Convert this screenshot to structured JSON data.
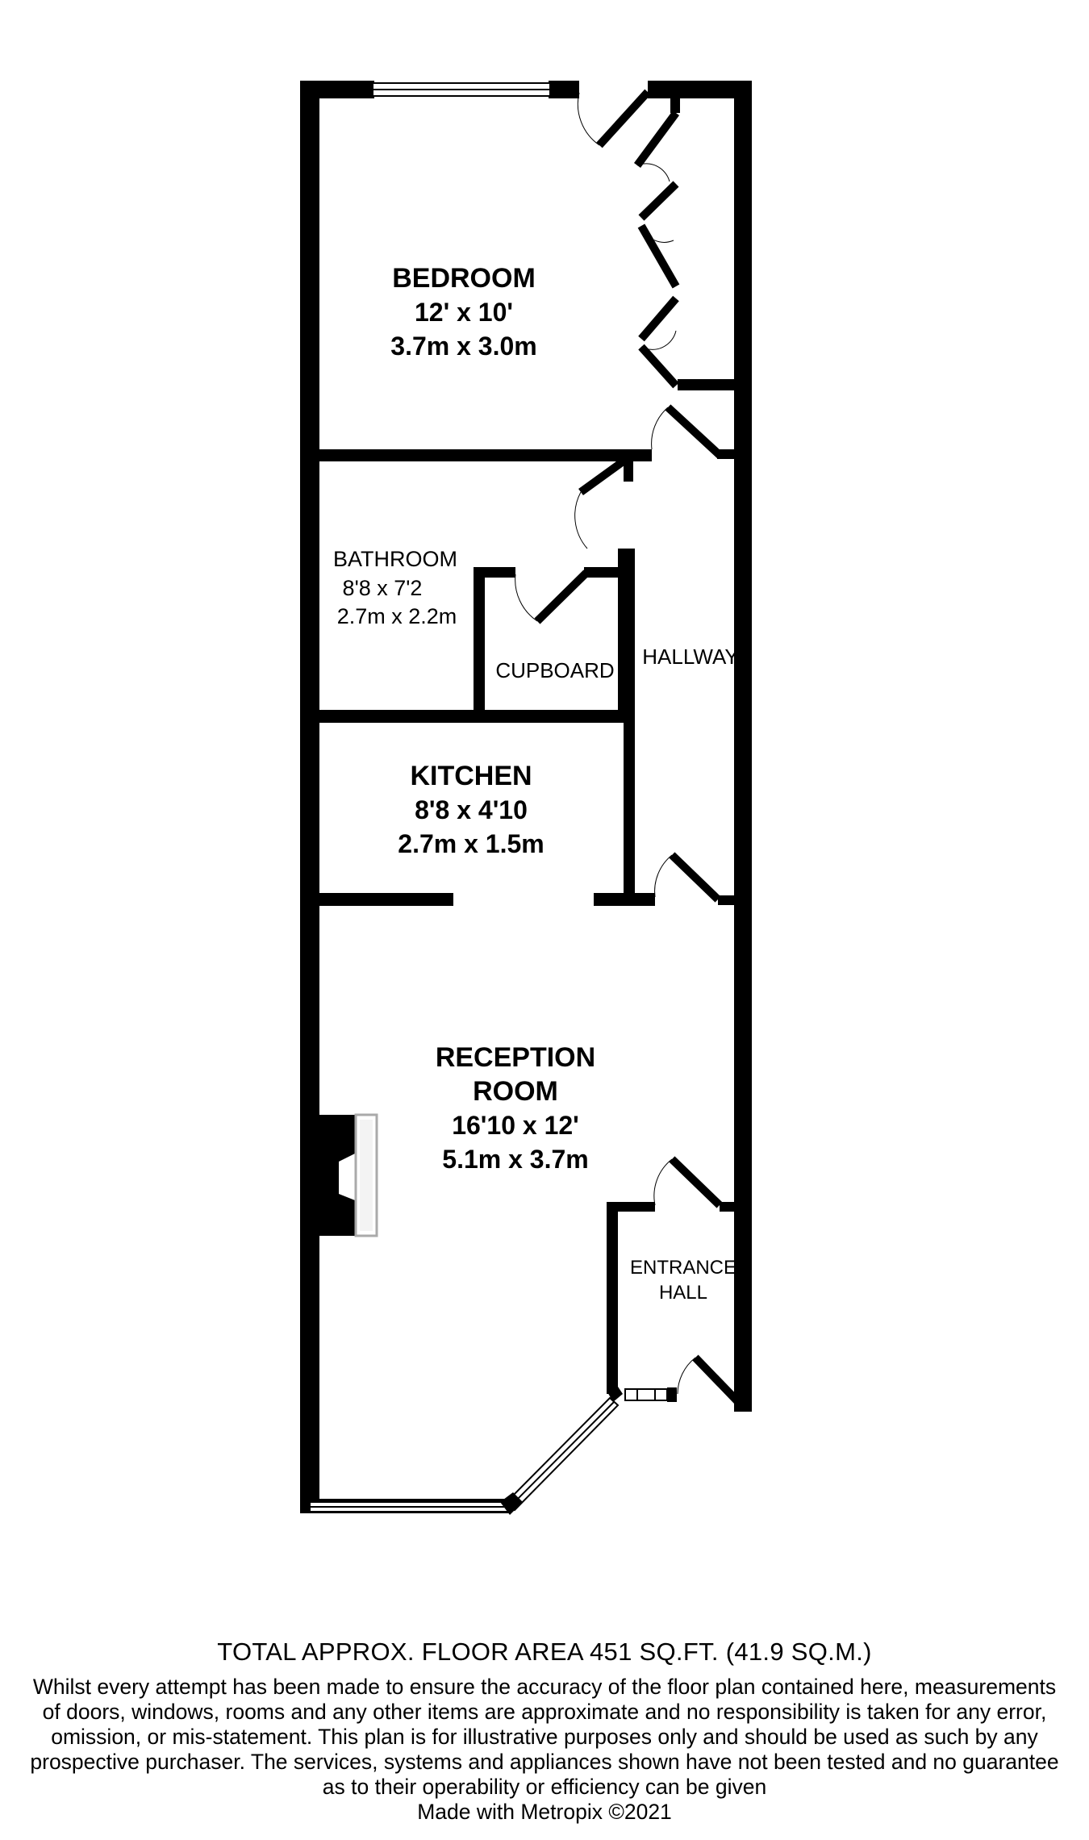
{
  "rooms": {
    "bedroom": {
      "name": "BEDROOM",
      "imperial": "12' x 10'",
      "metric": "3.7m x 3.0m"
    },
    "bathroom": {
      "name": "BATHROOM",
      "imperial": "8'8 x 7'2",
      "metric": "2.7m x 2.2m"
    },
    "cupboard": {
      "name": "CUPBOARD"
    },
    "hallway": {
      "name": "HALLWAY"
    },
    "kitchen": {
      "name": "KITCHEN",
      "imperial": "8'8 x 4'10",
      "metric": "2.7m x 1.5m"
    },
    "reception": {
      "name_line1": "RECEPTION",
      "name_line2": "ROOM",
      "imperial": "16'10 x 12'",
      "metric": "5.1m x 3.7m"
    },
    "entrance": {
      "name_line1": "ENTRANCE",
      "name_line2": "HALL"
    }
  },
  "footer": {
    "total_area": "TOTAL APPROX. FLOOR AREA 451 SQ.FT. (41.9 SQ.M.)",
    "disclaimer_lines": [
      "Whilst every attempt has been made to ensure the accuracy of the floor plan contained here, measurements",
      "of doors, windows, rooms and any other items are approximate and no responsibility is taken for any error,",
      "omission, or mis-statement. This plan is for illustrative purposes only and should be used as such by any",
      "prospective purchaser. The services, systems and appliances shown have not been tested and no guarantee",
      "as to their operability or efficiency can be given"
    ],
    "credit": "Made with Metropix ©2021"
  }
}
